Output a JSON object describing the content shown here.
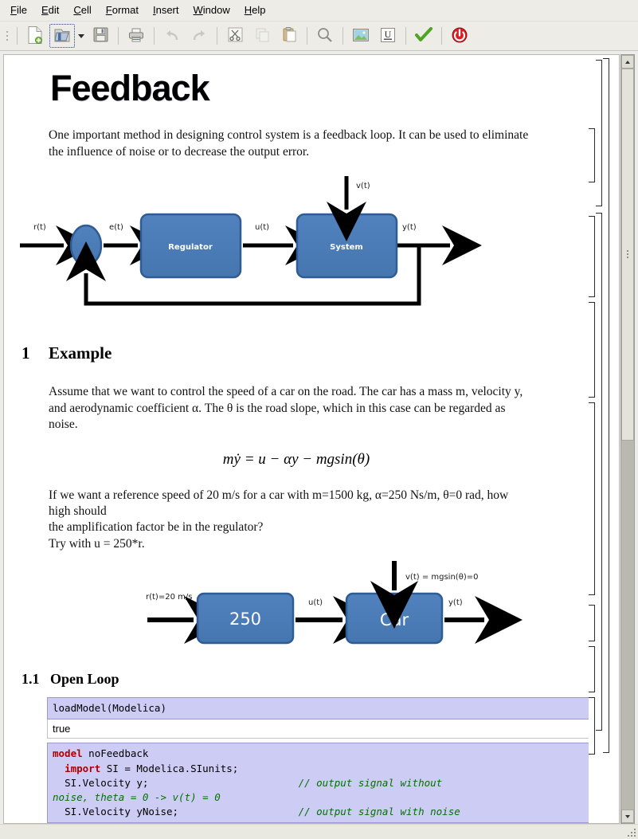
{
  "menu": {
    "items": [
      {
        "pre": "",
        "acc": "F",
        "post": "ile",
        "name": "menu-file"
      },
      {
        "pre": "",
        "acc": "E",
        "post": "dit",
        "name": "menu-edit"
      },
      {
        "pre": "",
        "acc": "C",
        "post": "ell",
        "name": "menu-cell"
      },
      {
        "pre": "",
        "acc": "F",
        "post": "ormat",
        "name": "menu-format"
      },
      {
        "pre": "",
        "acc": "I",
        "post": "nsert",
        "name": "menu-insert"
      },
      {
        "pre": "",
        "acc": "W",
        "post": "indow",
        "name": "menu-window"
      },
      {
        "pre": "",
        "acc": "H",
        "post": "elp",
        "name": "menu-help"
      }
    ]
  },
  "toolbar": {
    "buttons": [
      {
        "icon": "new-document-icon",
        "label": "New",
        "disabled": false,
        "focused": false
      },
      {
        "icon": "open-folder-icon",
        "label": "Open",
        "disabled": false,
        "focused": true
      },
      {
        "icon": "dropdown-caret-icon",
        "label": "Open recent",
        "disabled": false,
        "focused": false
      },
      {
        "icon": "save-floppy-icon",
        "label": "Save",
        "disabled": false,
        "focused": false
      },
      {
        "icon": "print-icon",
        "label": "Print",
        "disabled": false,
        "focused": false
      },
      {
        "icon": "undo-icon",
        "label": "Undo",
        "disabled": true,
        "focused": false
      },
      {
        "icon": "redo-icon",
        "label": "Redo",
        "disabled": true,
        "focused": false
      },
      {
        "icon": "cut-scissors-icon",
        "label": "Cut",
        "disabled": false,
        "focused": false
      },
      {
        "icon": "copy-icon",
        "label": "Copy",
        "disabled": true,
        "focused": false
      },
      {
        "icon": "paste-clipboard-icon",
        "label": "Paste",
        "disabled": false,
        "focused": false
      },
      {
        "icon": "search-magnifier-icon",
        "label": "Find",
        "disabled": false,
        "focused": false
      },
      {
        "icon": "insert-image-icon",
        "label": "Insert image",
        "disabled": false,
        "focused": false
      },
      {
        "icon": "underline-icon",
        "label": "Underline",
        "disabled": false,
        "focused": false
      },
      {
        "icon": "evaluate-check-icon",
        "label": "Evaluate",
        "disabled": false,
        "focused": false
      },
      {
        "icon": "shutdown-power-icon",
        "label": "Shutdown",
        "disabled": false,
        "focused": false
      }
    ]
  },
  "document": {
    "title": "Feedback",
    "intro": "One important method in designing control system is a feedback loop. It can be used to eliminate the influence of noise or to decrease the output error.",
    "section1": {
      "num": "1",
      "title": "Example"
    },
    "example_text": "Assume that we want to control the speed of a car on the road. The car has a mass m, velocity y, and aerodynamic coefficient α. The θ is the road slope, which in this case can be regarded as noise.",
    "equation": "mẏ = u − αy − mgsin(θ)",
    "question_line1": "If we want a reference speed of 20 m/s for a car with m=1500 kg, α=250 Ns/m, θ=0 rad, how high should",
    "question_line2": "the amplification factor be in the regulator?",
    "question_line3": "Try with u = 250*r.",
    "subsection": {
      "num": "1.1",
      "title": "Open Loop"
    }
  },
  "diagram1": {
    "name": "feedback-block-diagram",
    "labels": {
      "input": "r(t)",
      "error": "e(t)",
      "control": "u(t)",
      "noise": "v(t)",
      "output": "y(t)",
      "sum": "∑",
      "block1": "Regulator",
      "block2": "System"
    },
    "colors": {
      "block_fill": "#4a7ebb",
      "block_stroke": "#31588f",
      "arrow": "#000000"
    }
  },
  "diagram2": {
    "name": "open-loop-block-diagram",
    "labels": {
      "input": "r(t)=20 m/s",
      "control": "u(t)",
      "noise": "v(t) = mgsin(θ)=0",
      "output": "y(t)",
      "block1": "250",
      "block2": "Car"
    },
    "colors": {
      "block_fill": "#4a7ebb",
      "block_stroke": "#31588f"
    }
  },
  "cells": [
    {
      "type": "input",
      "name": "cell-input-loadmodel",
      "text": "loadModel(Modelica)"
    },
    {
      "type": "output",
      "name": "cell-output-true",
      "text": "true"
    }
  ],
  "code_cell": {
    "name": "cell-input-nofeedback-model",
    "lines": [
      [
        {
          "t": "model",
          "c": "kw"
        },
        {
          "t": " noFeedback",
          "c": ""
        }
      ],
      [
        {
          "t": "  ",
          "c": ""
        },
        {
          "t": "import",
          "c": "kw"
        },
        {
          "t": " SI = Modelica.SIunits;",
          "c": ""
        }
      ],
      [
        {
          "t": "  SI.Velocity y;                         ",
          "c": ""
        },
        {
          "t": "// output signal without",
          "c": "cm"
        }
      ],
      [
        {
          "t": "noise, theta = 0 -> v(t) = 0",
          "c": "cm"
        }
      ],
      [
        {
          "t": "  SI.Velocity yNoise;                    ",
          "c": ""
        },
        {
          "t": "// output signal with noise",
          "c": "cm"
        }
      ]
    ]
  },
  "scrollbar": {
    "name": "vertical-scrollbar",
    "position_percent": 0
  }
}
